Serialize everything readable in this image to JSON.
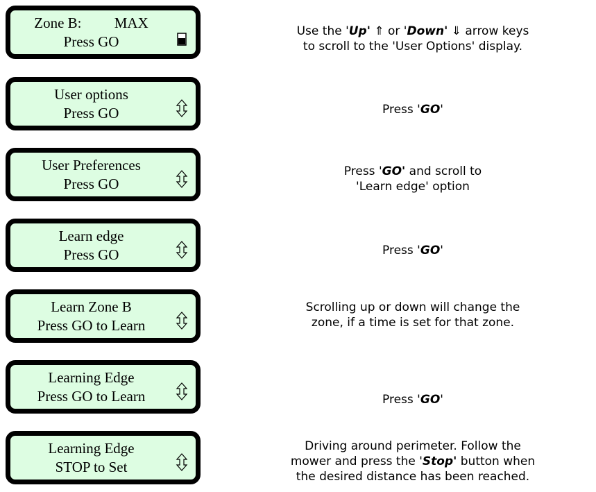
{
  "steps": [
    {
      "line1": "Zone B:         MAX",
      "line2": "Press GO",
      "icon": "battery-icon",
      "desc": [
        [
          "Use the '",
          {
            "kw": "Up'"
          },
          " ⇑ or '",
          {
            "kw": "Down'"
          },
          "  ⇓ arrow keys"
        ],
        [
          "to scroll to the 'User Options' display."
        ]
      ]
    },
    {
      "line1": "User options",
      "line2": "Press GO",
      "icon": "scroll-updown-icon",
      "desc": [
        [
          "Press '",
          {
            "kw": "GO"
          },
          "'"
        ]
      ]
    },
    {
      "line1": "User Preferences",
      "line2": "Press GO",
      "icon": "scroll-updown-icon",
      "desc": [
        [
          "Press '",
          {
            "kw": "GO'"
          },
          " and scroll to"
        ],
        [
          "'Learn edge' option"
        ]
      ]
    },
    {
      "line1": "Learn edge",
      "line2": "Press GO",
      "icon": "scroll-updown-icon",
      "desc": [
        [
          "Press '",
          {
            "kw": "GO"
          },
          "'"
        ]
      ]
    },
    {
      "line1": "Learn Zone B",
      "line2": "Press GO to Learn",
      "icon": "scroll-updown-icon",
      "desc": [
        [
          "Scrolling up or down will change the"
        ],
        [
          "zone, if a time is set for that zone."
        ]
      ]
    },
    {
      "line1": "Learning Edge",
      "line2": "Press GO to Learn",
      "icon": "scroll-updown-icon",
      "desc": [
        [
          "Press '",
          {
            "kw": "GO"
          },
          "'"
        ]
      ]
    },
    {
      "line1": "Learning Edge",
      "line2": "STOP to Set",
      "icon": "scroll-updown-icon",
      "desc": [
        [
          "Driving around perimeter.  Follow the"
        ],
        [
          "mower and press the '",
          {
            "kw": "Stop'"
          },
          " button when"
        ],
        [
          "the desired distance has been reached."
        ]
      ]
    }
  ]
}
